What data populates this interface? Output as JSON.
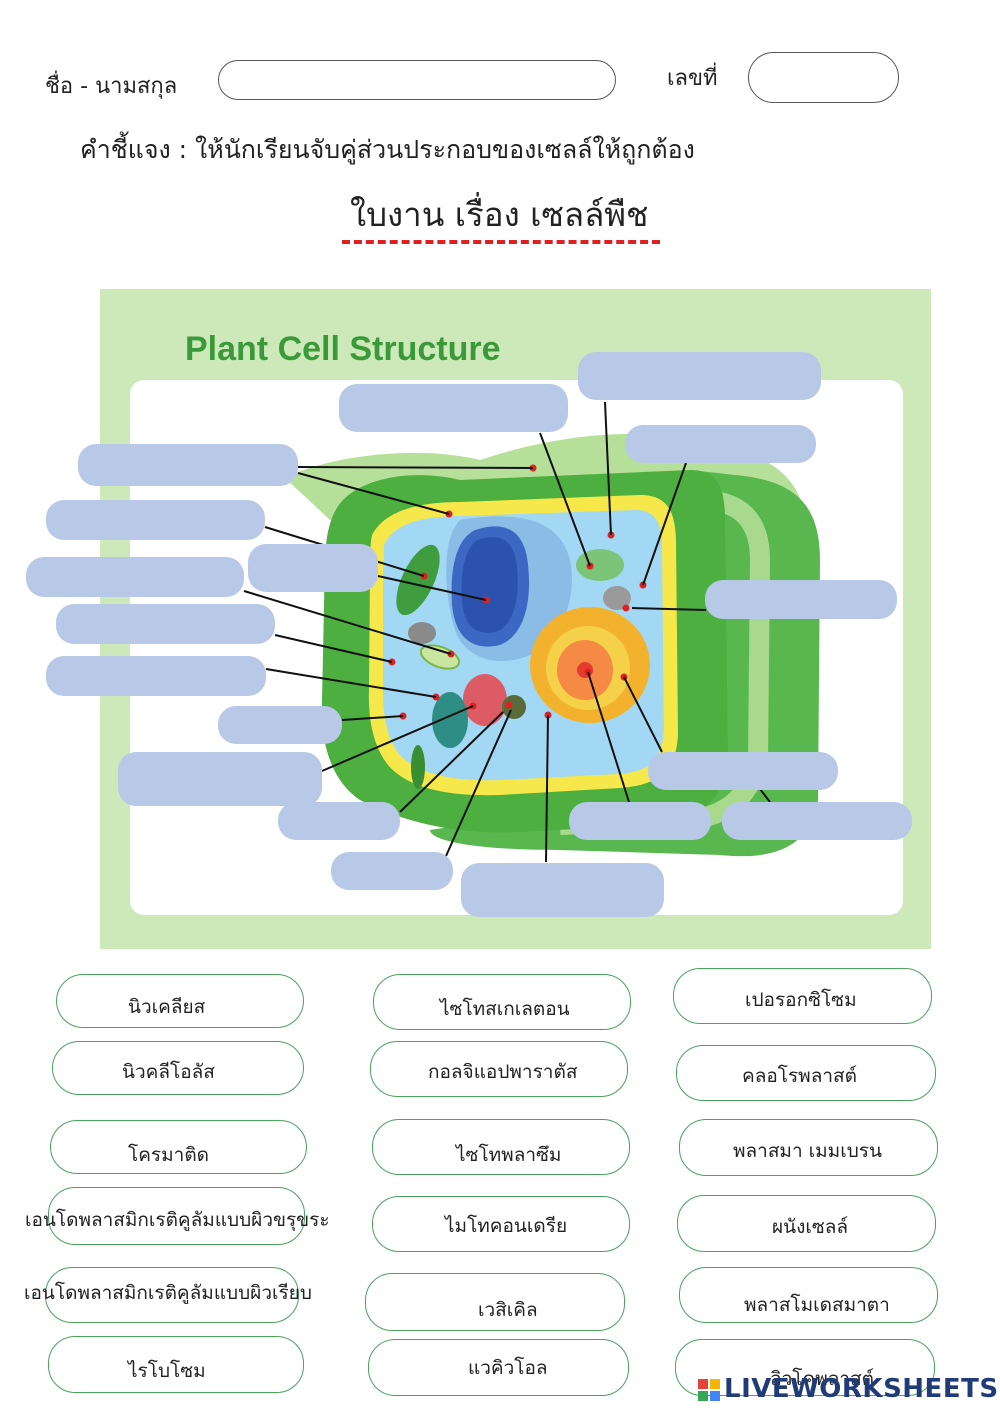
{
  "header": {
    "name_label": "ชื่อ - นามสกุล",
    "number_label": "เลขที่",
    "instruction": "คำชี้แจง : ให้นักเรียนจับคู่ส่วนประกอบของเซลล์ให้ถูกต้อง",
    "title": "ใบงาน เรื่อง เซลล์พืช"
  },
  "diagram": {
    "title": "Plant Cell Structure"
  },
  "options": {
    "col1": [
      "นิวเคลียส",
      "นิวคลีโอลัส",
      "โครมาติด",
      "เอนโดพลาสมิกเรติคูลัมแบบผิวขรุขระ",
      "เอนโดพลาสมิกเรติคูลัมแบบผิวเรียบ",
      "ไรโบโซม"
    ],
    "col2": [
      "ไซโทสเกเลตอน",
      "กอลจิแอปพาราตัส",
      "ไซโทพลาซึม",
      "ไมโทคอนเดรีย",
      "เวสิเคิล",
      "แวคิวโอล"
    ],
    "col3": [
      "เปอรอกซิโซม",
      "คลอโรพลาสต์",
      "พลาสมา เมมเบรน",
      "ผนังเซลล์",
      "พลาสโมเดสมาตา",
      "ลิวโคพลาสต์"
    ]
  },
  "watermark": "LIVEWORKSHEETS",
  "colors": {
    "answer_box": "#b7c9e7",
    "option_border": "#49a35d",
    "title_underline": "#e02020",
    "diagram_bg": "#cde8b9"
  }
}
